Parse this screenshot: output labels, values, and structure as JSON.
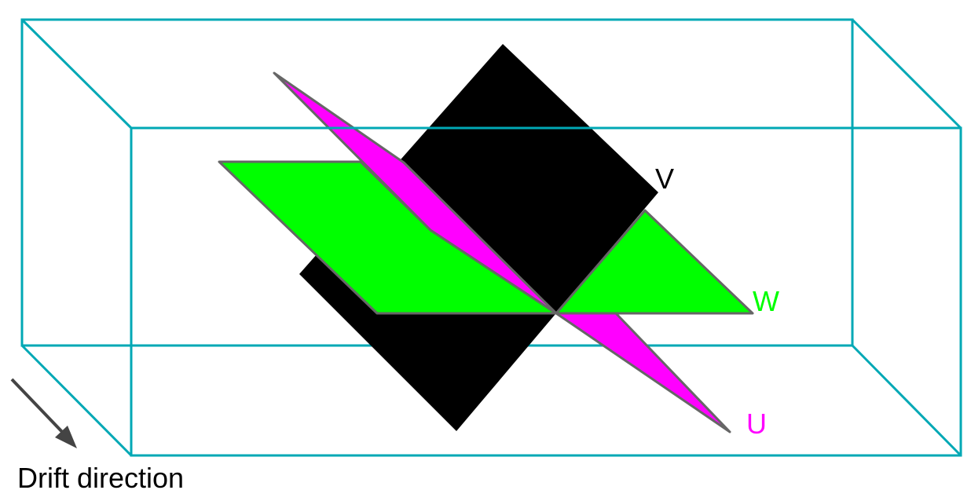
{
  "planes": {
    "v": {
      "label": "V",
      "color": "#000000"
    },
    "w": {
      "label": "W",
      "color": "#00ff00"
    },
    "u": {
      "label": "U",
      "color": "#ff00ff"
    }
  },
  "drift": {
    "label": "Drift direction",
    "arrow_color": "#444444"
  },
  "box": {
    "edge_color": "#00a8b5"
  },
  "plane_edge_color": "#666666"
}
